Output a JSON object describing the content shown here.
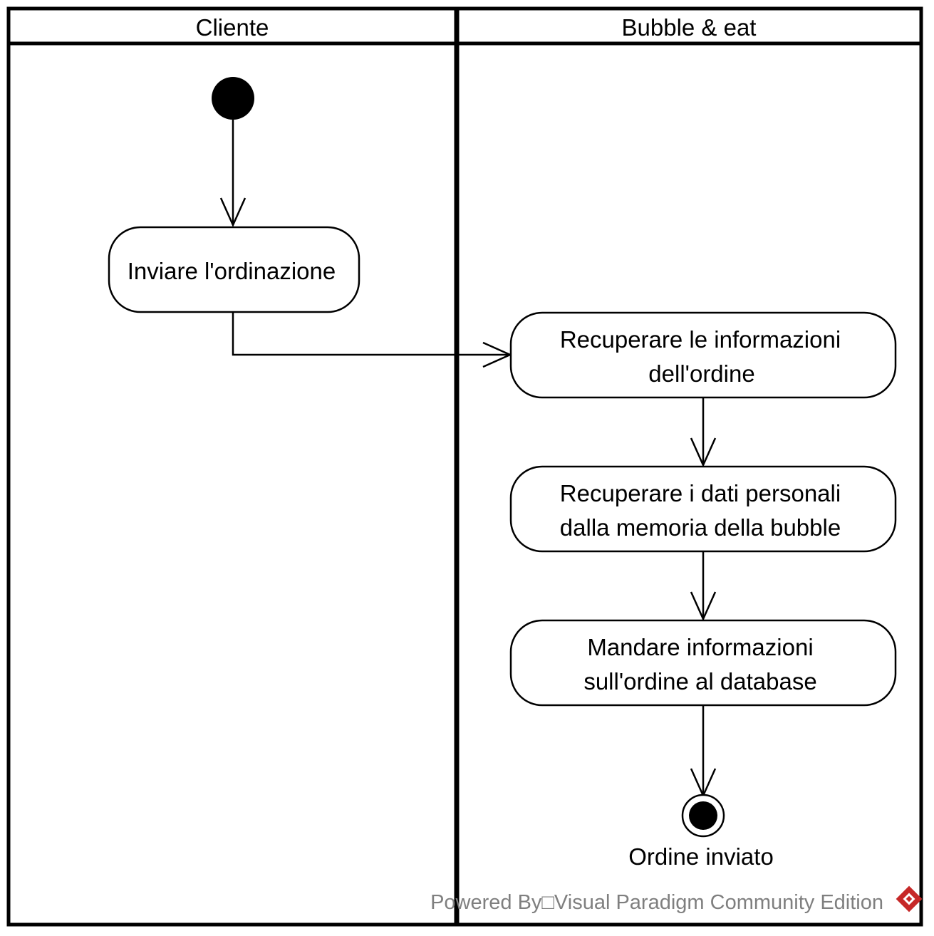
{
  "swimlanes": [
    {
      "title": "Cliente"
    },
    {
      "title": "Bubble & eat"
    }
  ],
  "actions": [
    {
      "lines": [
        "Inviare l'ordinazione"
      ]
    },
    {
      "lines": [
        "Recuperare le informazioni",
        "dell'ordine"
      ]
    },
    {
      "lines": [
        "Recuperare i dati personali",
        "dalla memoria della bubble"
      ]
    },
    {
      "lines": [
        "Mandare informazioni",
        "sull'ordine al database"
      ]
    }
  ],
  "final_node": {
    "label": "Ordine inviato"
  },
  "watermark": {
    "text": "Powered By□Visual Paradigm Community Edition"
  },
  "colors": {
    "stroke": "#000000",
    "fill": "#ffffff",
    "watermark": "#7f7f7f",
    "logo": "#c62828"
  }
}
